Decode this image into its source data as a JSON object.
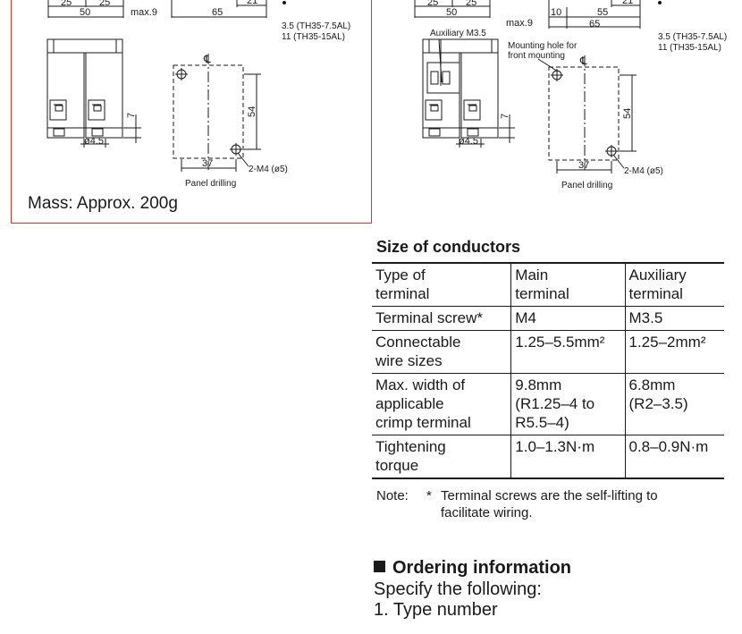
{
  "left_drawing": {
    "dims": {
      "d25a": "25",
      "d25b": "25",
      "d50": "50",
      "max9": "max.9",
      "d65": "65",
      "d21": "21",
      "d7": "7",
      "d54": "54",
      "phi45": "ø4.5",
      "d37": "37"
    },
    "cl": "℄",
    "model_note_1": "3.5 (TH35-7.5AL)",
    "model_note_2": "11 (TH35-15AL)",
    "hole_label": "2-M4 (ø5)",
    "panel_drilling": "Panel drilling",
    "mass": "Mass: Approx. 200g"
  },
  "right_drawing": {
    "dims": {
      "d25a": "25",
      "d25b": "25",
      "d50": "50",
      "max9": "max.9",
      "d10": "10",
      "d55": "55",
      "d21": "21",
      "d65": "65",
      "d7": "7",
      "d54": "54",
      "phi45": "ø4.5",
      "d37": "37"
    },
    "cl": "℄",
    "auxiliary": "Auxiliary M3.5",
    "mounting_1": "Mounting hole for",
    "mounting_2": "front mounting",
    "model_note_1": "3.5 (TH35-7.5AL)",
    "model_note_2": "11 (TH35-15AL)",
    "hole_label": "2-M4 (ø5)",
    "panel_drilling": "Panel drilling"
  },
  "conductors": {
    "title": "Size of conductors",
    "rows": [
      {
        "c1": [
          "Type of",
          "terminal"
        ],
        "c2": [
          "Main",
          "terminal"
        ],
        "c3": [
          "Auxiliary",
          "terminal"
        ]
      },
      {
        "c1": [
          "Terminal screw*"
        ],
        "c2": [
          "M4"
        ],
        "c3": [
          "M3.5"
        ]
      },
      {
        "c1": [
          "Connectable",
          "wire sizes"
        ],
        "c2": [
          "1.25–5.5mm²"
        ],
        "c3": [
          "1.25–2mm²"
        ]
      },
      {
        "c1": [
          "Max. width of",
          "applicable",
          "crimp terminal"
        ],
        "c2": [
          "9.8mm",
          "(R1.25–4 to",
          "R5.5–4)"
        ],
        "c3": [
          "6.8mm",
          "(R2–3.5)"
        ]
      },
      {
        "c1": [
          "Tightening",
          "torque"
        ],
        "c2": [
          "1.0–1.3N·m"
        ],
        "c3": [
          "0.8–0.9N·m"
        ]
      }
    ],
    "note_label": "Note:",
    "note_star": "*",
    "note_line1": "Terminal screws are the self-lifting to",
    "note_line2": "facilitate wiring."
  },
  "ordering": {
    "title": "Ordering information",
    "line1": "Specify the following:",
    "line2": "1. Type number"
  }
}
